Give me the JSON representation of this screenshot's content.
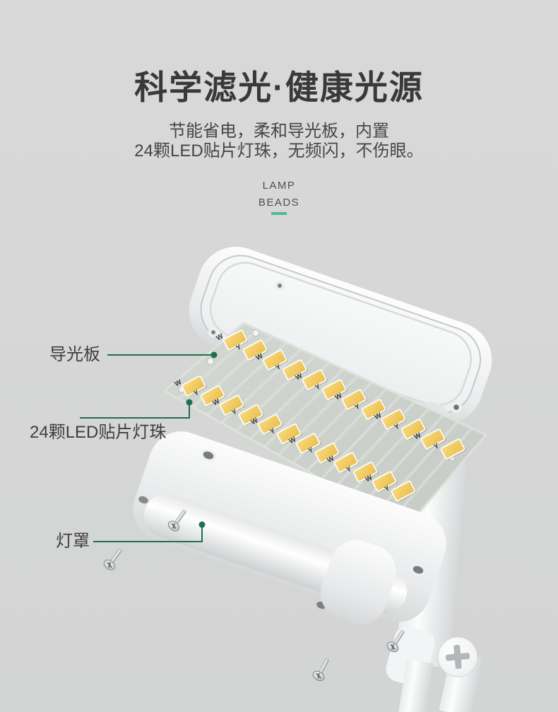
{
  "background": "#d6d7d6",
  "header": {
    "title": "科学滤光·健康光源",
    "subtitle_line1": "节能省电，柔和导光板，内置",
    "subtitle_line2": "24颗LED贴片灯珠，无频闪，不伤眼。",
    "eyebrow_line1": "LAMP",
    "eyebrow_line2": "BEADS",
    "accent_color": "#4bbd8e"
  },
  "callouts": {
    "light_guide_plate": "导光板",
    "led_beads": "24颗LED贴片灯珠",
    "lamp_shade": "灯罩",
    "leader_color": "#1e6f50"
  },
  "led_board": {
    "count": 24,
    "letters": [
      "W",
      "Y",
      "W",
      "Y",
      "W",
      "Y",
      "W",
      "Y",
      "W",
      "Y",
      "W",
      "Y",
      "W",
      "Y",
      "W",
      "Y",
      "W",
      "Y",
      "W",
      "Y",
      "W",
      "Y",
      "W",
      "Y"
    ]
  }
}
